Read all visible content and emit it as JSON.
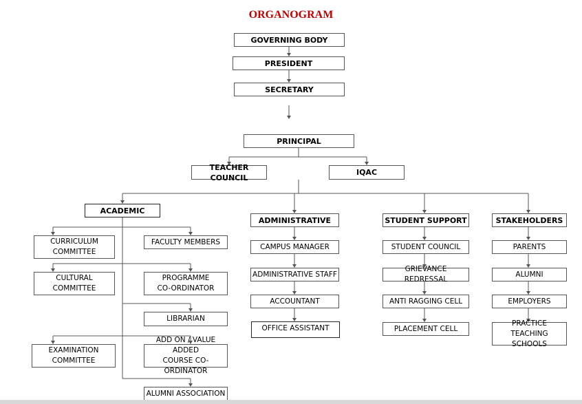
{
  "title": "ORGANOGRAM",
  "top_chain": [
    "GOVERNING BODY",
    "PRESIDENT",
    "SECRETARY"
  ],
  "principal": "PRINCIPAL",
  "councils": [
    "TEACHER COUNCIL",
    "IQAC"
  ],
  "academic": {
    "head": "ACADEMIC",
    "items": [
      "CURRICULUM\nCOMMITTEE",
      "FACULTY MEMBERS",
      "CULTURAL\nCOMMITTEE",
      "PROGRAMME\nCO-ORDINATOR",
      "LIBRARIAN",
      "EXAMINATION\nCOMMITTEE",
      "ADD ON  /  VALUE ADDED\nCOURSE CO-ORDINATOR",
      "ALUMNI ASSOCIATION"
    ]
  },
  "administrative": {
    "head": "ADMINISTRATIVE",
    "items": [
      "CAMPUS MANAGER",
      "ADMINISTRATIVE STAFF",
      "ACCOUNTANT",
      "OFFICE ASSISTANT"
    ]
  },
  "student_support": {
    "head": "STUDENT SUPPORT",
    "items": [
      "STUDENT COUNCIL",
      "GRIEVANCE REDRESSAL",
      "ANTI RAGGING CELL",
      "PLACEMENT CELL"
    ]
  },
  "stakeholders": {
    "head": "STAKEHOLDERS",
    "items": [
      "PARENTS",
      "ALUMNI",
      "EMPLOYERS",
      "PRACTICE TEACHING\nSCHOOLS"
    ]
  },
  "colors": {
    "title": "#c00000",
    "border": "#555555",
    "line": "#555555"
  }
}
